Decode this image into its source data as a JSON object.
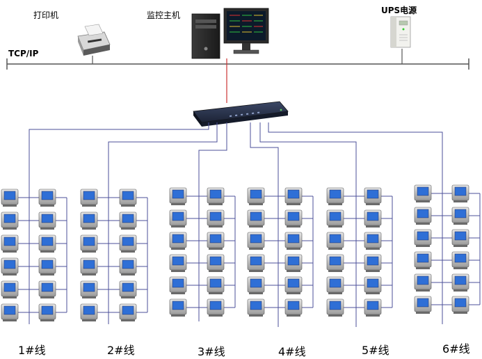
{
  "labels": {
    "printer": "打印机",
    "host": "监控主机",
    "ups": "UPS电源",
    "network": "TCP/IP"
  },
  "lines": [
    {
      "label": "1#线",
      "meters": 12
    },
    {
      "label": "2#线",
      "meters": 12
    },
    {
      "label": "3#线",
      "meters": 12
    },
    {
      "label": "4#线",
      "meters": 12
    },
    {
      "label": "5#线",
      "meters": 12
    },
    {
      "label": "6#线",
      "meters": 12
    }
  ],
  "colors": {
    "bus_wire": "#4b4f9a",
    "uplink": "#cc3333",
    "meter_screen": "#2f6fd6"
  }
}
